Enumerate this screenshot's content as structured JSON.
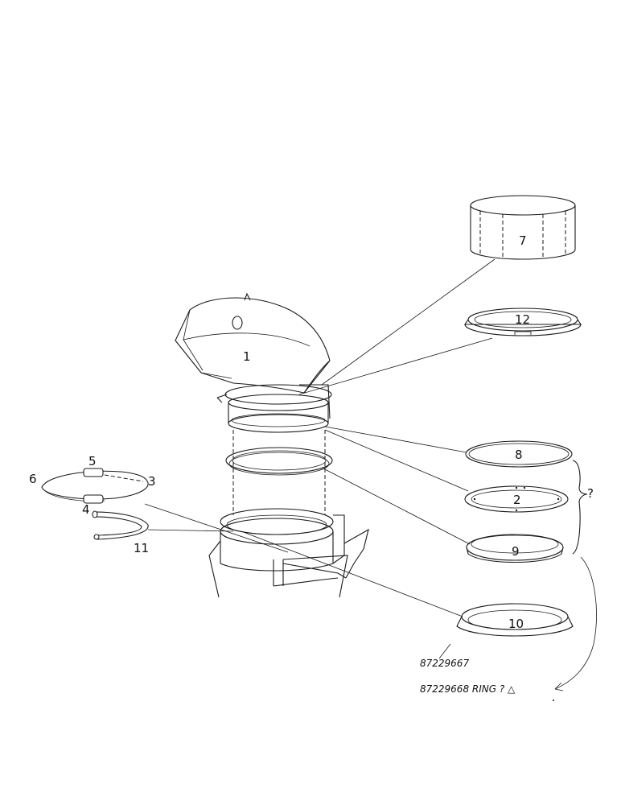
{
  "diagram": {
    "callouts": [
      "1",
      "2",
      "3",
      "4",
      "5",
      "6",
      "7",
      "8",
      "9",
      "10",
      "11",
      "12"
    ],
    "brace_note": "?",
    "notes": [
      "87229667",
      "87229668 RING ? △"
    ]
  }
}
